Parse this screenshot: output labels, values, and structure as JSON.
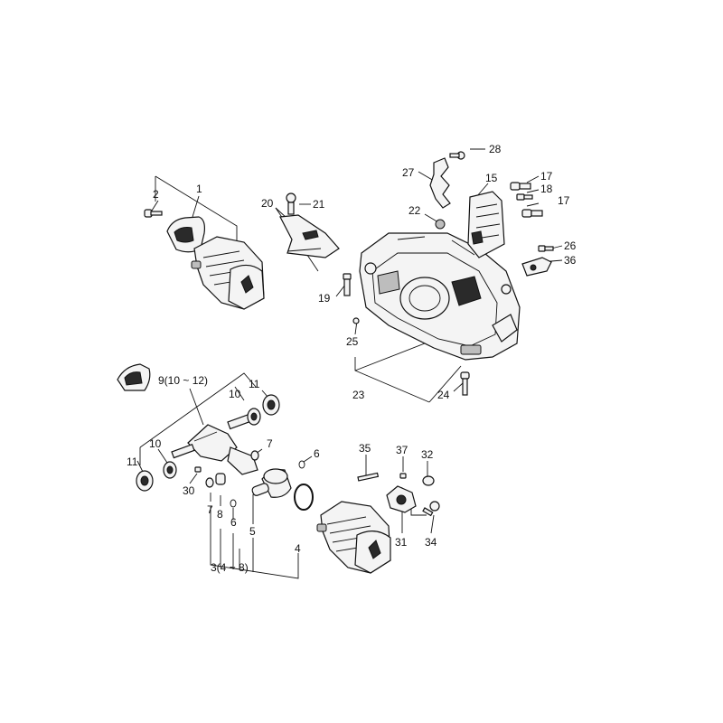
{
  "diagram": {
    "labels": {
      "p1": "1",
      "p2": "2",
      "p3": "3(4 ~ 8)",
      "p4": "4",
      "p5": "5",
      "p6a": "6",
      "p6b": "6",
      "p7a": "7",
      "p7b": "7",
      "p8": "8",
      "p9": "9(10 ~ 12)",
      "p10a": "10",
      "p10b": "10",
      "p11a": "11",
      "p11b": "11",
      "p15": "15",
      "p17a": "17",
      "p17b": "17",
      "p18": "18",
      "p19": "19",
      "p20": "20",
      "p21": "21",
      "p22": "22",
      "p23": "23",
      "p24": "24",
      "p25": "25",
      "p26": "26",
      "p27": "27",
      "p28": "28",
      "p30": "30",
      "p31": "31",
      "p32": "32",
      "p34": "34",
      "p35": "35",
      "p36": "36",
      "p37": "37"
    }
  }
}
